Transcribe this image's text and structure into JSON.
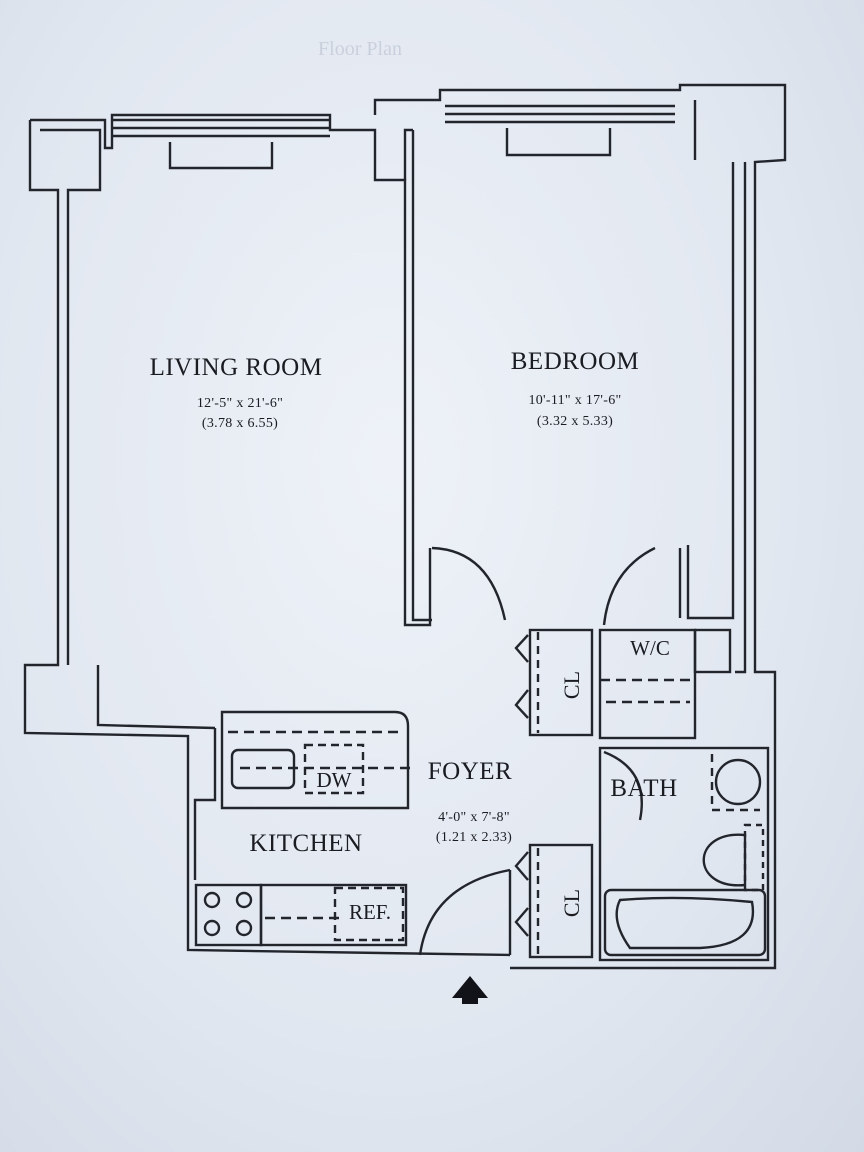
{
  "plan": {
    "header_ghost": "Floor Plan",
    "rooms": {
      "living_room": {
        "name": "LIVING ROOM",
        "dim_imperial": "12'-5\" x 21'-6\"",
        "dim_metric": "(3.78 x 6.55)"
      },
      "bedroom": {
        "name": "BEDROOM",
        "dim_imperial": "10'-11\" x 17'-6\"",
        "dim_metric": "(3.32 x 5.33)"
      },
      "foyer": {
        "name": "FOYER",
        "dim_imperial": "4'-0\" x 7'-8\"",
        "dim_metric": "(1.21 x 2.33)"
      },
      "kitchen": {
        "name": "KITCHEN"
      },
      "bath": {
        "name": "BATH"
      },
      "wc": {
        "name": "W/C"
      }
    },
    "fixtures": {
      "closet_upper": "CL",
      "closet_lower": "CL",
      "dishwasher": "DW",
      "refrigerator": "REF."
    }
  }
}
